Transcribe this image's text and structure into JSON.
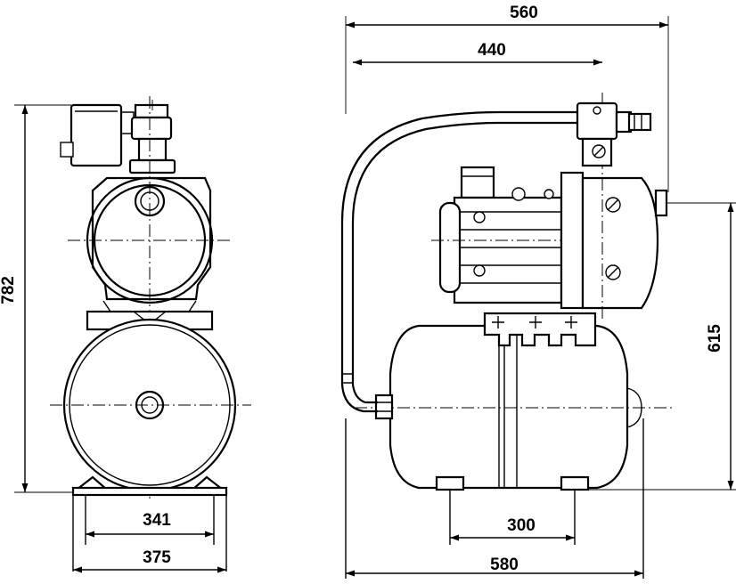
{
  "dimensions": {
    "height_total": "782",
    "width_front_inner": "341",
    "width_front_outer": "375",
    "width_side_overall": "560",
    "width_side_pipe": "440",
    "height_outlet": "615",
    "width_feet": "300",
    "width_tank": "580"
  }
}
